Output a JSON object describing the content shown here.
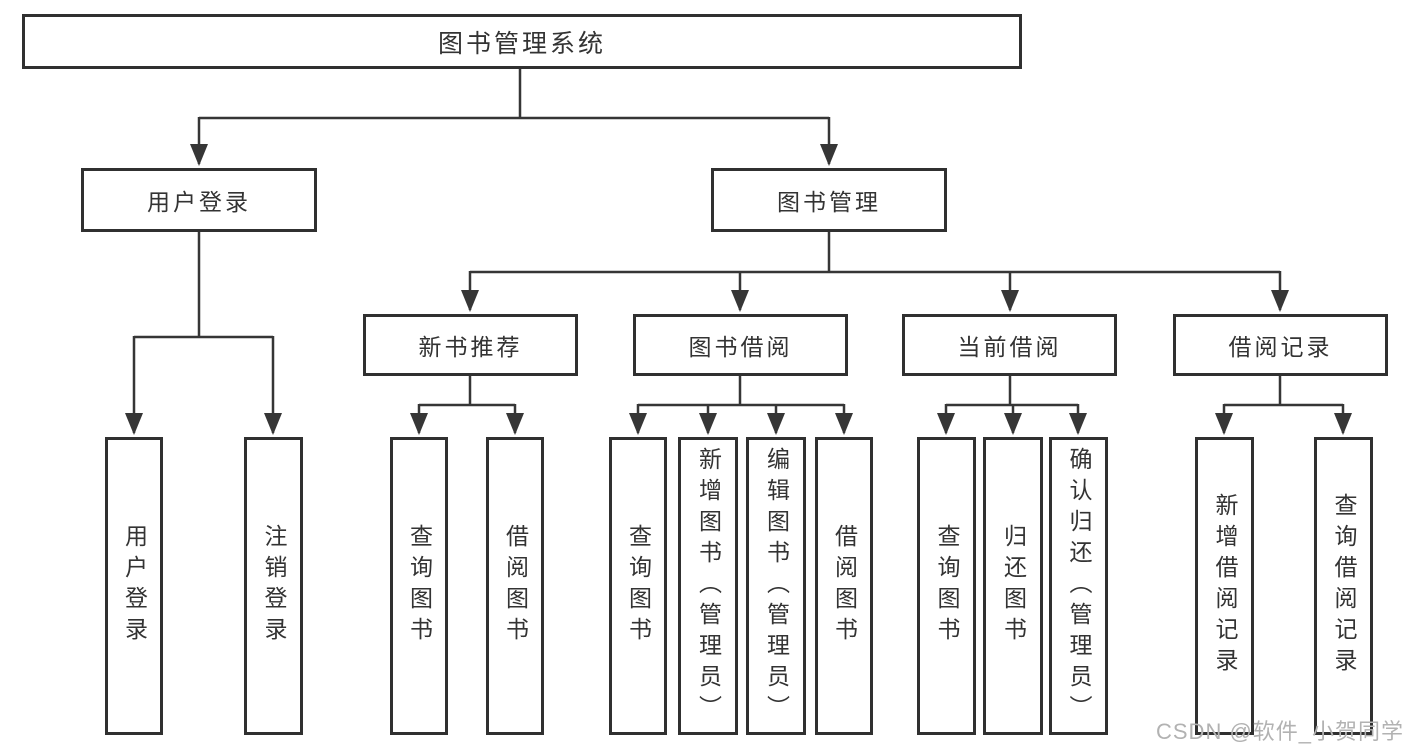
{
  "diagram": {
    "type": "hierarchy-tree",
    "nodes": {
      "root": "图书管理系统",
      "user_login": "用户登录",
      "book_mgmt": "图书管理",
      "new_book_rec": "新书推荐",
      "book_borrow": "图书借阅",
      "current_borrow": "当前借阅",
      "borrow_records": "借阅记录",
      "ul_login": "用户登录",
      "ul_logout": "注销登录",
      "nbr_query": "查询图书",
      "nbr_borrow": "借阅图书",
      "bb_query": "查询图书",
      "bb_add": "新增图书（管理员）",
      "bb_edit": "编辑图书（管理员）",
      "bb_borrow": "借阅图书",
      "cb_query": "查询图书",
      "cb_return": "归还图书",
      "cb_confirm": "确认归还（管理员）",
      "br_add": "新增借阅记录",
      "br_query": "查询借阅记录"
    },
    "edges": [
      [
        "root",
        "user_login"
      ],
      [
        "root",
        "book_mgmt"
      ],
      [
        "user_login",
        "ul_login"
      ],
      [
        "user_login",
        "ul_logout"
      ],
      [
        "book_mgmt",
        "new_book_rec"
      ],
      [
        "book_mgmt",
        "book_borrow"
      ],
      [
        "book_mgmt",
        "current_borrow"
      ],
      [
        "book_mgmt",
        "borrow_records"
      ],
      [
        "new_book_rec",
        "nbr_query"
      ],
      [
        "new_book_rec",
        "nbr_borrow"
      ],
      [
        "book_borrow",
        "bb_query"
      ],
      [
        "book_borrow",
        "bb_add"
      ],
      [
        "book_borrow",
        "bb_edit"
      ],
      [
        "book_borrow",
        "bb_borrow"
      ],
      [
        "current_borrow",
        "cb_query"
      ],
      [
        "current_borrow",
        "cb_return"
      ],
      [
        "current_borrow",
        "cb_confirm"
      ],
      [
        "borrow_records",
        "br_add"
      ],
      [
        "borrow_records",
        "br_query"
      ]
    ]
  },
  "watermark": "CSDN @软件_小贺同学",
  "colors": {
    "line": "#363636",
    "box_border": "#303030",
    "text": "#333333",
    "watermark": "#b2b2b2",
    "background": "#ffffff"
  }
}
